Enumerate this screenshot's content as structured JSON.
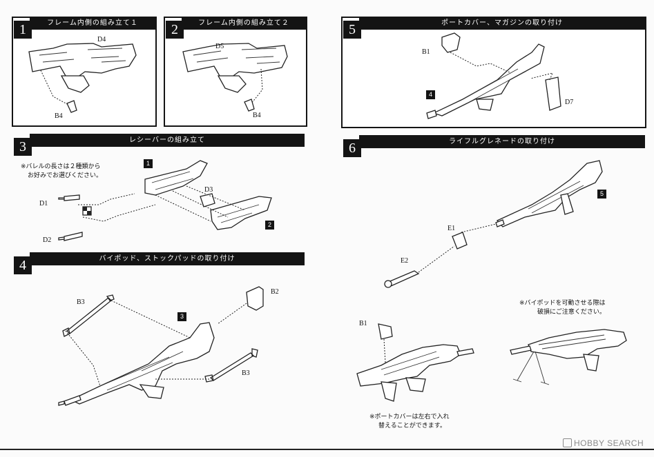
{
  "steps": [
    {
      "num": "1",
      "title": "フレーム内側の組み立て１",
      "labels": {
        "d4": "D4",
        "b4": "B4"
      }
    },
    {
      "num": "2",
      "title": "フレーム内側の組み立て２",
      "labels": {
        "d5": "D5",
        "b4": "B4"
      }
    },
    {
      "num": "3",
      "title": "レシーバーの組み立て",
      "labels": {
        "d1": "D1",
        "d2": "D2",
        "d3": "D3",
        "ref1": "1",
        "ref2": "2"
      },
      "note_line1": "※バレルの長さは２種類から",
      "note_line2": "お好みでお選びください。"
    },
    {
      "num": "4",
      "title": "バイポッド、ストックパッドの取り付け",
      "labels": {
        "b3a": "B3",
        "b3b": "B3",
        "b2": "B2",
        "ref3": "3"
      }
    },
    {
      "num": "5",
      "title": "ポートカバー、マガジンの取り付け",
      "labels": {
        "b1": "B1",
        "d7": "D7",
        "ref4": "4"
      }
    },
    {
      "num": "6",
      "title": "ライフルグレネードの取り付け",
      "labels": {
        "e1": "E1",
        "e2": "E2",
        "b1": "B1",
        "ref5": "5"
      },
      "note_bipod_line1": "※バイポッドを可動させる際は",
      "note_bipod_line2": "破損にご注意ください。",
      "note_port_line1": "※ポートカバーは左右で入れ",
      "note_port_line2": "替えることができます。"
    }
  ],
  "watermark": "HOBBY SEARCH"
}
